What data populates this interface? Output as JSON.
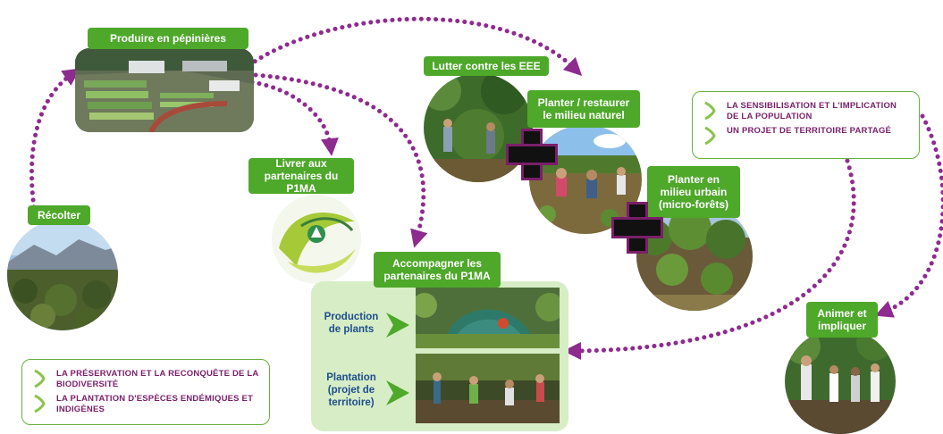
{
  "nodes": {
    "produire": "Produire  en pépinières",
    "recolter": "Récolter",
    "livrer": "Livrer aux partenaires du P1MA",
    "accompagner": "Accompagner les partenaires du P1MA",
    "lutter": "Lutter contre les EEE",
    "planter_restaurer": "Planter / restaurer le milieu naturel",
    "planter_urbain": "Planter en milieu urbain (micro-forêts)",
    "animer": "Animer et impliquer"
  },
  "accompagner_panel": {
    "production": "Production de plants",
    "plantation": "Plantation (projet de territoire)"
  },
  "legend_left": [
    "LA PRÉSERVATION ET LA RECONQUÊTE DE LA BIODIVERSITÉ",
    "LA PLANTATION D'ESPÈCES ENDÉMIQUES ET INDIGÈNES"
  ],
  "legend_right": [
    "LA SENSIBILISATION ET L'IMPLICATION DE LA POPULATION",
    "UN PROJET DE TERRITOIRE PARTAGÉ"
  ],
  "colors": {
    "label_green": "#4ea82a",
    "arrow_purple": "#8e2b8f",
    "legend_text": "#7a1f6a",
    "panel_bg": "#d6edc6",
    "sub_label_blue": "#1f4e8c"
  },
  "icons": [
    "chevron-right-icon",
    "plus-icon",
    "arrow-right-icon"
  ]
}
